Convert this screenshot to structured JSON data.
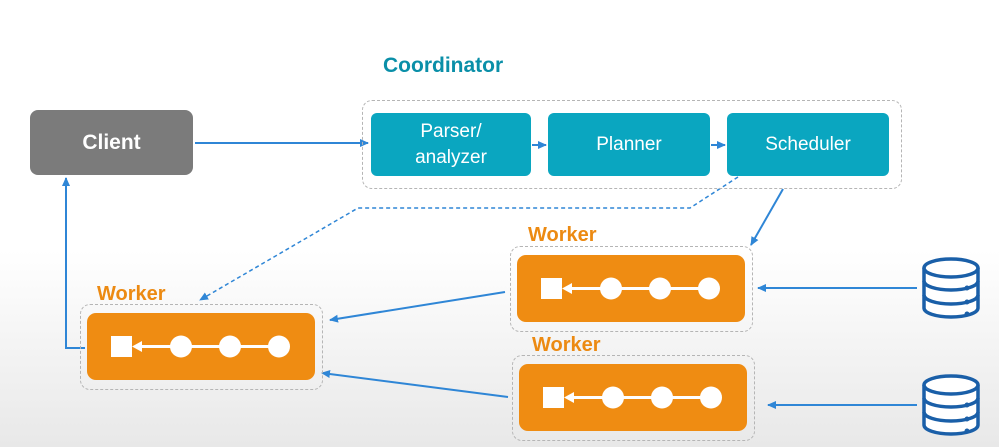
{
  "coordinator": {
    "title": "Coordinator",
    "stages": [
      "Parser/\nanalyzer",
      "Planner",
      "Scheduler"
    ]
  },
  "client": {
    "label": "Client"
  },
  "workers": [
    {
      "label": "Worker"
    },
    {
      "label": "Worker"
    },
    {
      "label": "Worker"
    }
  ],
  "colors": {
    "teal": "#0aa6c0",
    "orange": "#ef8c12",
    "client_gray": "#7b7b7b",
    "arrow_blue": "#2f86d6"
  },
  "icons": [
    "database-icon",
    "database-icon"
  ]
}
